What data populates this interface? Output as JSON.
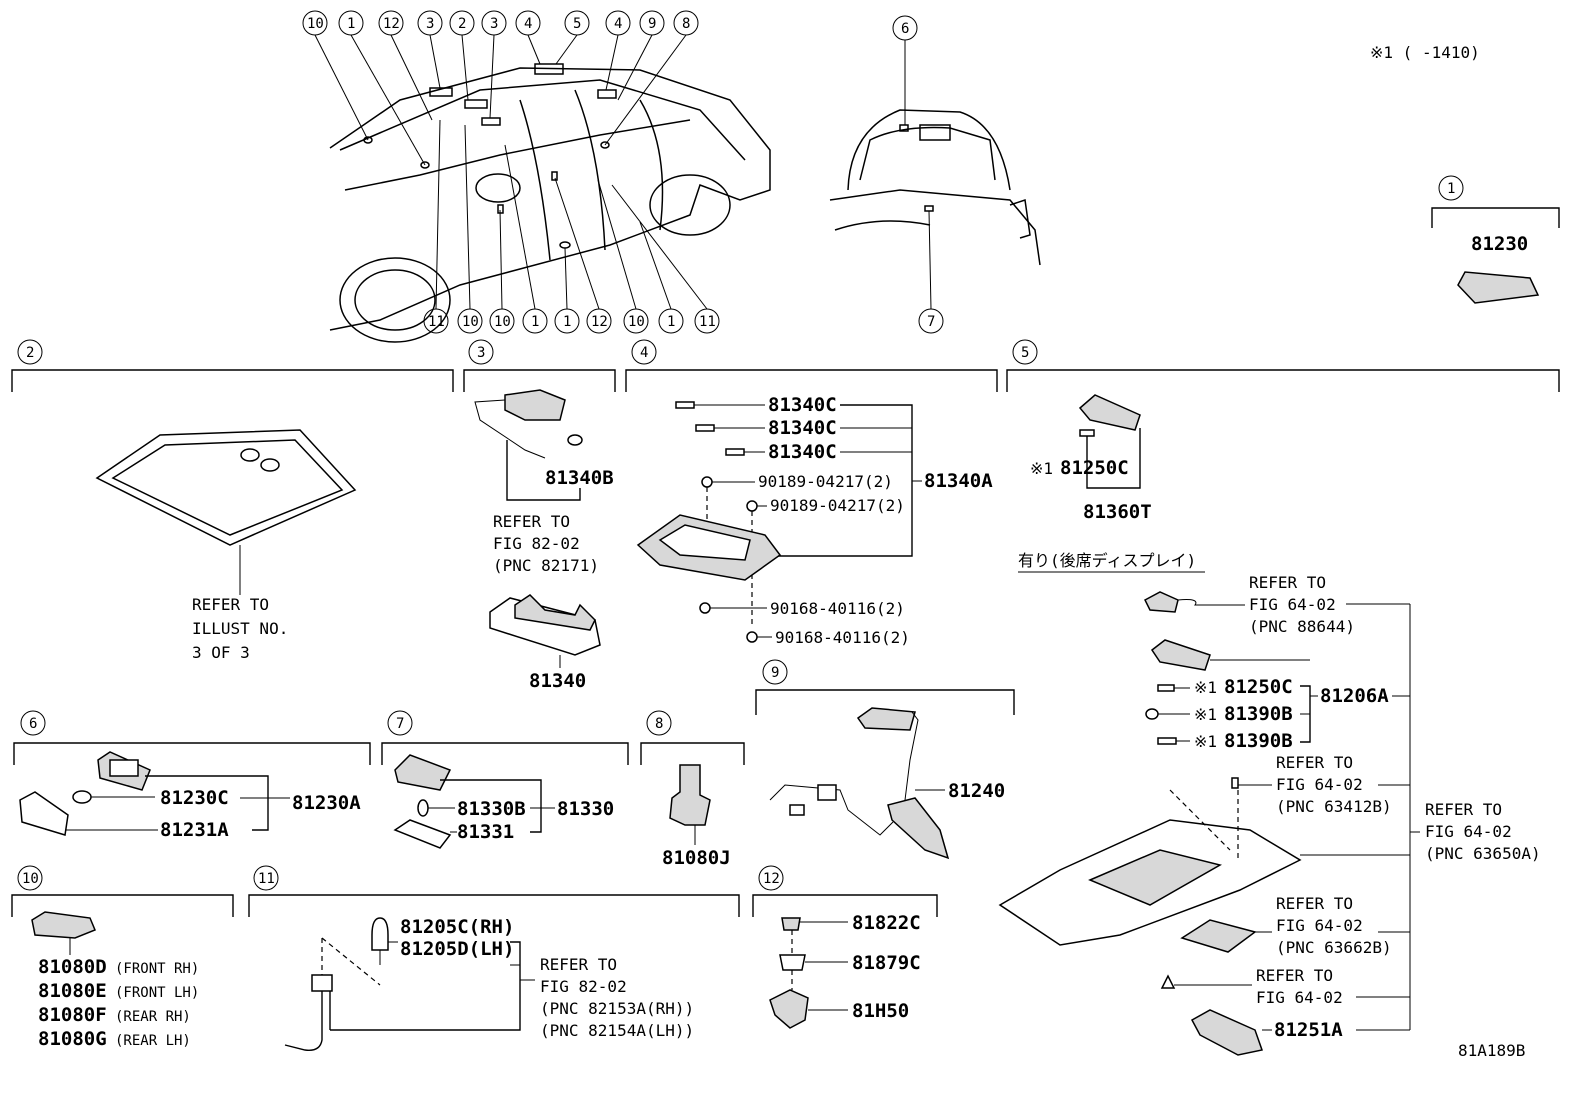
{
  "note": "※1 (     -1410)",
  "diagram_id": "81A189B",
  "bubbles": {
    "top_row": [
      "10",
      "1",
      "12",
      "3",
      "2",
      "3",
      "4",
      "5",
      "4",
      "9",
      "8"
    ],
    "bottom_row": [
      "11",
      "10",
      "10",
      "1",
      "1",
      "12",
      "10",
      "1",
      "11"
    ],
    "trunk_top": "6",
    "trunk_bottom": "7",
    "sec1": "1",
    "sec2": "2",
    "sec3": "3",
    "sec4": "4",
    "sec5": "5",
    "sec6": "6",
    "sec7": "7",
    "sec8": "8",
    "sec9": "9",
    "sec10": "10",
    "sec11": "11",
    "sec12": "12"
  },
  "sec1": {
    "part": "81230"
  },
  "sec2": {
    "refer": [
      "REFER TO",
      "ILLUST NO.",
      "3 OF 3"
    ]
  },
  "sec3": {
    "bulb": "81340B",
    "refer": [
      "REFER TO",
      "FIG 82-02",
      "(PNC 82171)"
    ],
    "lamp": "81340"
  },
  "sec4": {
    "c1": "81340C",
    "c2": "81340C",
    "c3": "81340C",
    "clip1": "90189-04217(2)",
    "clip2": "90189-04217(2)",
    "assy": "81340A",
    "screw1": "90168-40116(2)",
    "screw2": "90168-40116(2)"
  },
  "sec5": {
    "mark": "※1",
    "bulb": "81250C",
    "assy": "81360T",
    "option": "有り(後席ディスプレイ)",
    "refer1": [
      "REFER TO",
      "FIG 64-02",
      "(PNC 88644)"
    ],
    "m1": "※1",
    "b1": "81250C",
    "m2": "※1",
    "b2": "81390B",
    "m3": "※1",
    "b3": "81390B",
    "assy2": "81206A",
    "refer2": [
      "REFER TO",
      "FIG 64-02",
      "(PNC 63412B)"
    ],
    "refer3": [
      "REFER TO",
      "FIG 64-02",
      "(PNC 63650A)"
    ],
    "refer4": [
      "REFER TO",
      "FIG 64-02",
      "(PNC 63662B)"
    ],
    "refer5": [
      "REFER TO",
      "FIG 64-02"
    ],
    "bottom": "81251A"
  },
  "sec6": {
    "bulb": "81230C",
    "lens": "81231A",
    "assy": "81230A"
  },
  "sec7": {
    "bulb": "81330B",
    "lens": "81331",
    "assy": "81330"
  },
  "sec8": {
    "part": "81080J"
  },
  "sec9": {
    "part": "81240"
  },
  "sec10": {
    "items": [
      {
        "pn": "81080D",
        "desc": "(FRONT RH)"
      },
      {
        "pn": "81080E",
        "desc": "(FRONT LH)"
      },
      {
        "pn": "81080F",
        "desc": "(REAR RH)"
      },
      {
        "pn": "81080G",
        "desc": "(REAR LH)"
      }
    ]
  },
  "sec11": {
    "rh": "81205C(RH)",
    "lh": "81205D(LH)",
    "refer": [
      "REFER TO",
      "FIG 82-02",
      "(PNC 82153A(RH))",
      "(PNC 82154A(LH))"
    ]
  },
  "sec12": {
    "p1": "81822C",
    "p2": "81879C",
    "p3": "81H50"
  }
}
